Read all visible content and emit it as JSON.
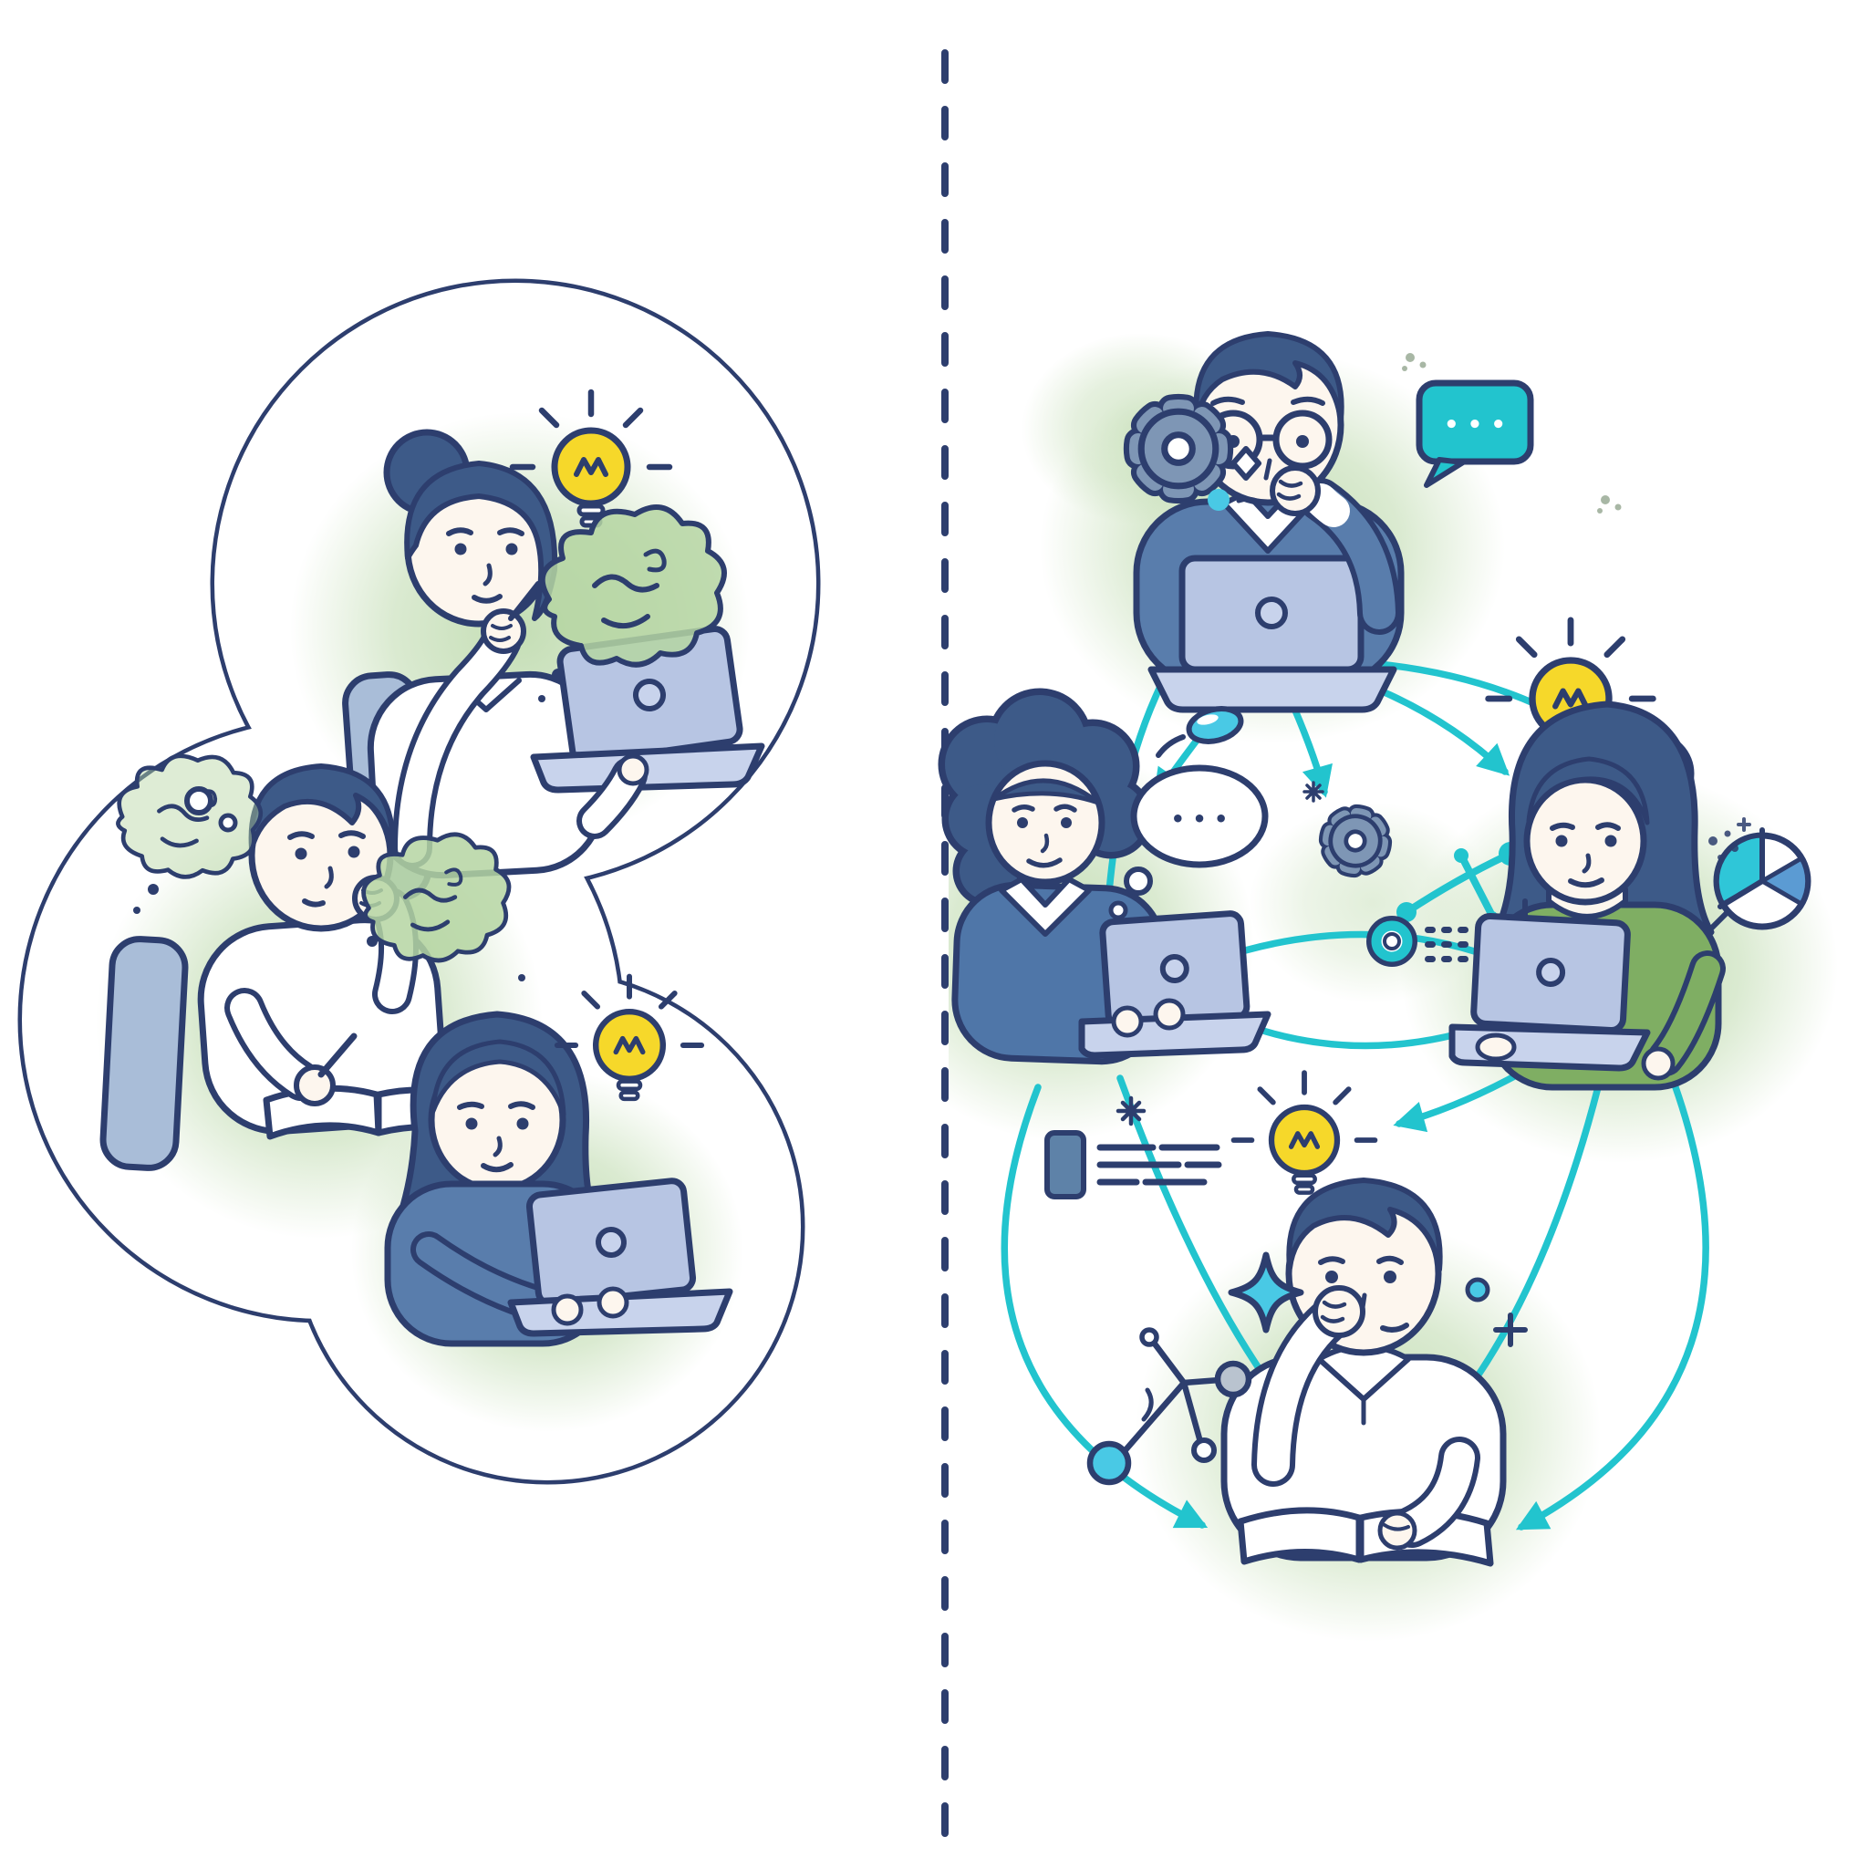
{
  "colors": {
    "ink": "#2d3e6e",
    "teal": "#22c4ce",
    "teal_light": "#49c9e5",
    "bulb_yellow": "#f6d82a",
    "green_wash": "#b5d5a2",
    "skin": "#fdf6ee",
    "hair": "#3d5a88",
    "laptop": "#b7c5e3",
    "laptop_base": "#c8d3ec",
    "chair": "#a9bdd8",
    "sweater_blue": "#597dac",
    "sweater_blue_dark": "#4f76a8",
    "sweater_green": "#7fae63",
    "gear_slate": "#7e96b5",
    "doc_slate": "#5e82a8",
    "node_gray": "#b9c3cf",
    "pie_teal": "#2fc6d8",
    "pie_blue": "#5b9bd3"
  },
  "illustration": {
    "alt": "Split illustration: three people working alone inside separate thought bubbles on the left; four people collaborating around laptops and books, linked by curved arrows and idea icons, on the right",
    "divider": {
      "orientation": "vertical",
      "style": "dashed"
    },
    "left_panel": {
      "name": "working-in-isolation",
      "bubbles": [
        {
          "occupant": "woman with hair bun thinking at a laptop",
          "icons": [
            "lightbulb-icon",
            "scribble-tangle-icon"
          ]
        },
        {
          "occupant": "man thinking while writing in a notebook",
          "icons": [
            "scribble-tangle-icon",
            "scribble-tangle-icon"
          ]
        },
        {
          "occupant": "woman with long hair typing on a laptop",
          "icons": [
            "lightbulb-icon"
          ]
        }
      ]
    },
    "right_panel": {
      "name": "connected-collaboration",
      "people": [
        "man with glasses thinking at a laptop",
        "woman with curly hair typing at a laptop",
        "woman in green sweater at a laptop",
        "man reading an open book"
      ],
      "speech_bubble": {
        "text": "• • •"
      },
      "thought_bubble": {
        "text": "• • •"
      },
      "icons": [
        "gear-icon",
        "lightbulb-icon",
        "speech-bubble-icon",
        "thought-bubble-icon",
        "comet-icon",
        "pie-chart-icon",
        "sparkle-icon",
        "network-graph-icon",
        "document-icon",
        "donut-icon",
        "dots-grid-icon",
        "node-link-icon",
        "diamond-icon",
        "sparkle-plus-icon"
      ]
    }
  }
}
